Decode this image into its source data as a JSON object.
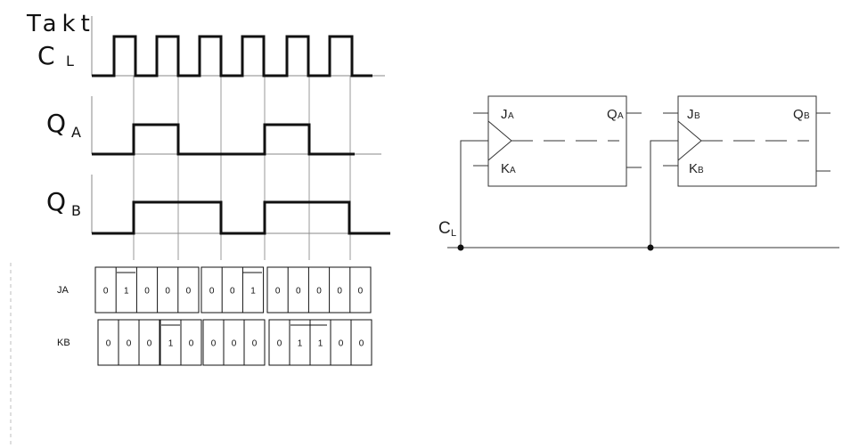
{
  "timing": {
    "clock_label_top": "Takt",
    "clock_label_bottom": "C",
    "clock_label_sub": "L",
    "qa_label": "Q",
    "qa_sub": "A",
    "qb_label": "Q",
    "qb_sub": "B"
  },
  "circuit": {
    "ff_a": {
      "j": "J",
      "j_sub": "A",
      "k": "K",
      "k_sub": "A",
      "q": "Q",
      "q_sub": "A"
    },
    "ff_b": {
      "j": "J",
      "j_sub": "B",
      "k": "K",
      "k_sub": "B",
      "q": "Q",
      "q_sub": "B"
    },
    "clock": "C",
    "clock_sub": "L"
  },
  "tables": {
    "ja": {
      "label": "JA",
      "groups": [
        [
          "0",
          "1",
          "0",
          "0",
          "0"
        ],
        [
          "0",
          "0",
          "1"
        ],
        [
          "0",
          "0",
          "0",
          "0",
          "0"
        ]
      ]
    },
    "kb": {
      "label": "KB",
      "groups": [
        [
          "0",
          "0",
          "0"
        ],
        [
          "1",
          "0"
        ],
        [
          "0",
          "0",
          "0"
        ],
        [
          "0",
          "1",
          "1",
          "0",
          "0"
        ]
      ]
    }
  },
  "colors": {
    "line": "#111111",
    "guide": "#9a9a9a"
  }
}
